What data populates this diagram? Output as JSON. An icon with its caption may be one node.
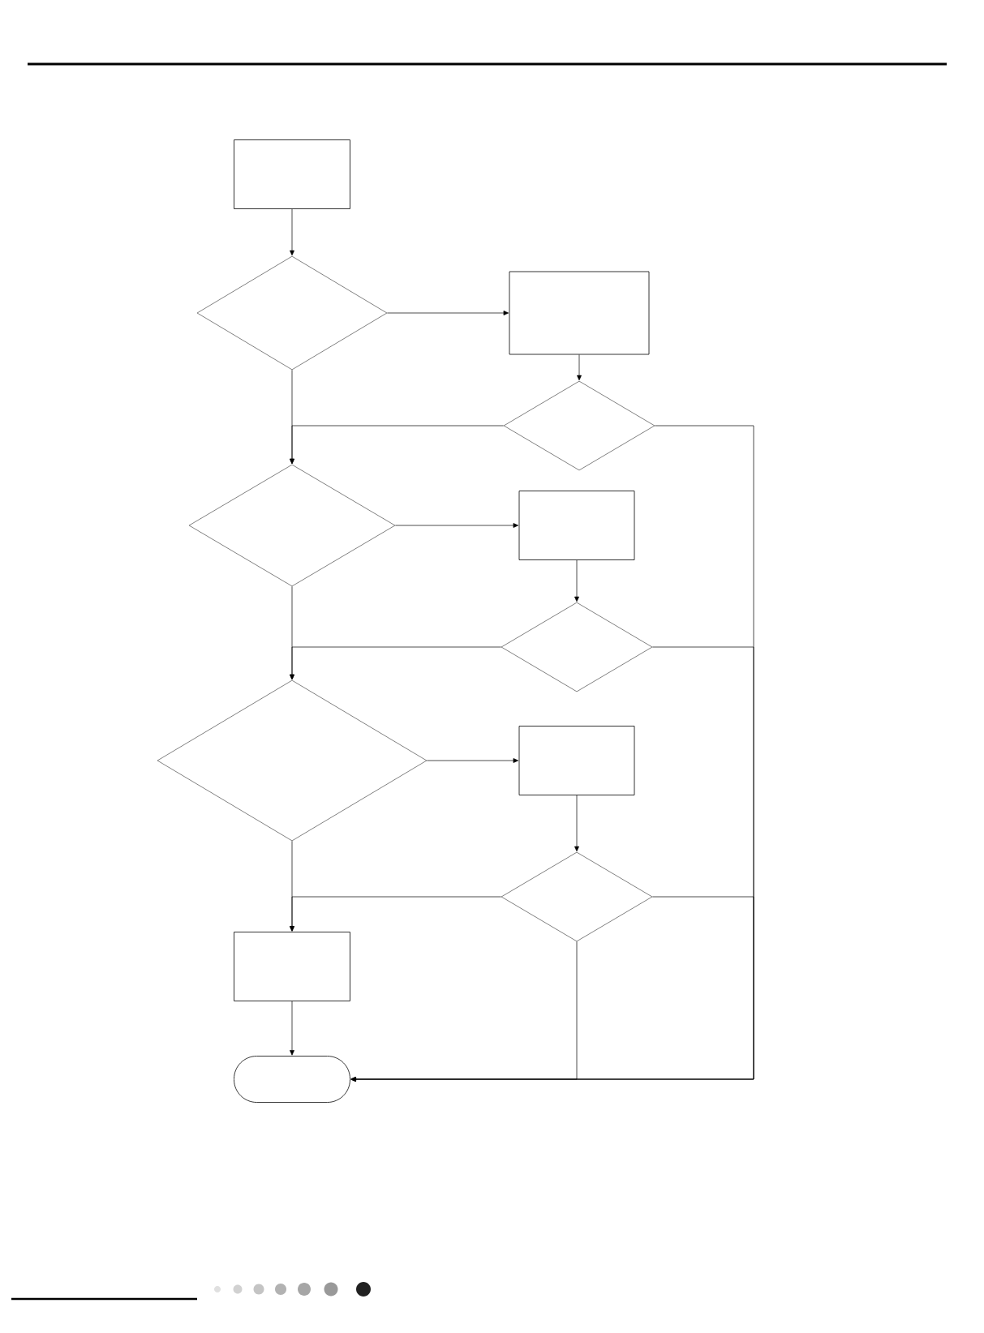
{
  "diagram": {
    "nodes": [
      {
        "text": [],
        "shape": "box"
      },
      {
        "text": [],
        "shape": "diamond"
      },
      {
        "text": [],
        "shape": "box"
      },
      {
        "text": [],
        "shape": "diamond"
      },
      {
        "text": [],
        "shape": "diamond"
      },
      {
        "text": [],
        "shape": "box"
      },
      {
        "text": [],
        "shape": "diamond"
      },
      {
        "text": [],
        "shape": "diamond"
      },
      {
        "text": [],
        "shape": "box"
      },
      {
        "text": [],
        "shape": "diamond"
      },
      {
        "text": [],
        "shape": "box"
      },
      {
        "text": [],
        "shape": "stadium"
      }
    ],
    "edges": [
      {
        "from": 0,
        "to": 1,
        "arrow": "to"
      },
      {
        "from": 1,
        "to": 2,
        "arrow": "to"
      },
      {
        "from": 2,
        "to": 3,
        "arrow": "to"
      },
      {
        "from": 1,
        "to": 4,
        "arrow": "to"
      },
      {
        "from": 3,
        "to": 4,
        "arrow": "to"
      },
      {
        "from": 3,
        "to": 11,
        "arrow": "to"
      },
      {
        "from": 4,
        "to": 5,
        "arrow": "to"
      },
      {
        "from": 4,
        "to": 7,
        "arrow": "to"
      },
      {
        "from": 5,
        "to": 6,
        "arrow": "to"
      },
      {
        "from": 6,
        "to": 7,
        "arrow": "to"
      },
      {
        "from": 6,
        "to": 11,
        "arrow": "to"
      },
      {
        "from": 7,
        "to": 8,
        "arrow": "to"
      },
      {
        "from": 7,
        "to": 10,
        "arrow": "to"
      },
      {
        "from": 9,
        "to": 10,
        "arrow": "to"
      },
      {
        "from": 8,
        "to": 9,
        "arrow": "to"
      },
      {
        "from": 9,
        "to": 11,
        "arrow": "to"
      },
      {
        "from": 9,
        "to": 11,
        "arrow": "to"
      },
      {
        "from": 10,
        "to": 11,
        "arrow": "to"
      }
    ]
  }
}
